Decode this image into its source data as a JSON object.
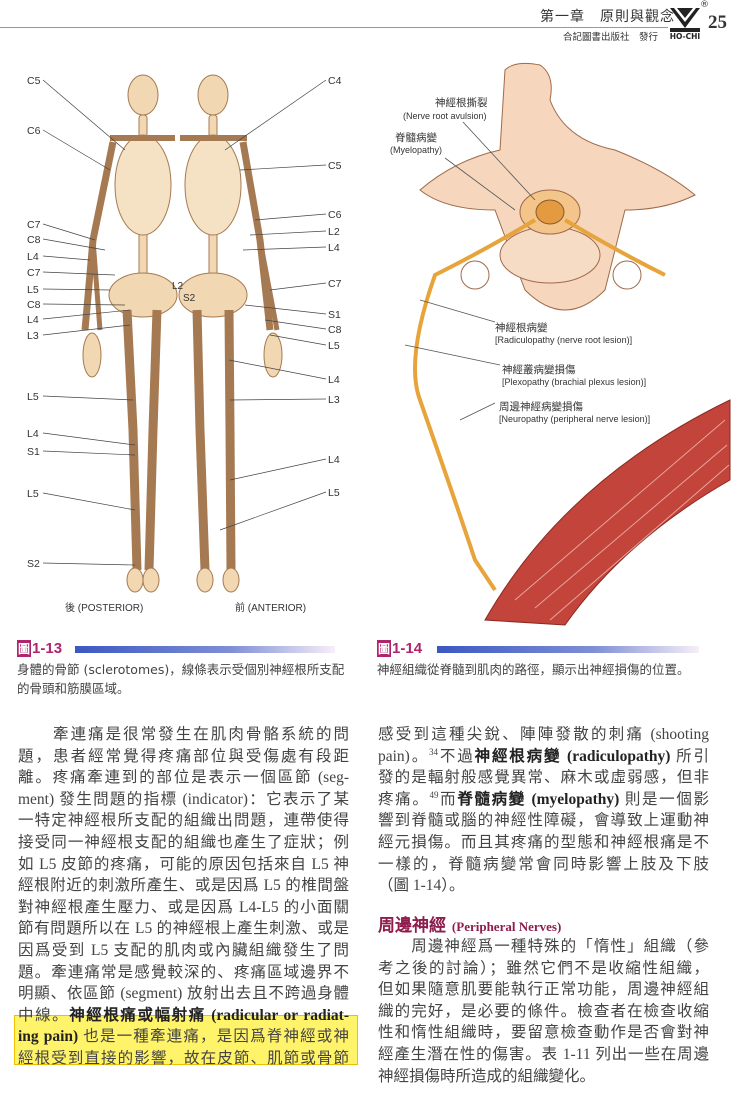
{
  "header": {
    "chapter": "第一章　原則與觀念",
    "publisher": "合記圖書出版社　發行",
    "page_number": "25",
    "logo_text": "HO-CHI",
    "reg_mark": "®"
  },
  "figure_1_13": {
    "label_prefix": "圖",
    "label_num": "1-13",
    "caption": [
      "身體的骨節 (sclerotomes)，線條表示受個別神經根所支配",
      "的骨頭和筋膜區域。"
    ],
    "left_labels": [
      "C5",
      "C6",
      "C7",
      "C8",
      "L4",
      "C7",
      "L5",
      "C8",
      "L4",
      "L3",
      "L5",
      "L4",
      "S1",
      "L5",
      "S2"
    ],
    "mid_labels": [
      "L2",
      "S2"
    ],
    "right_labels": [
      "C4",
      "C5",
      "C6",
      "L2",
      "L4",
      "C7",
      "S1",
      "C8",
      "L5",
      "L4",
      "L3",
      "L4",
      "L5"
    ],
    "posterior": "後 (POSTERIOR)",
    "anterior": "前 (ANTERIOR)"
  },
  "figure_1_14": {
    "label_prefix": "圖",
    "label_num": "1-14",
    "caption": [
      "神經組織從脊髓到肌肉的路徑，顯示出神經損傷的位置。"
    ],
    "labels": [
      {
        "zh": "神經根撕裂",
        "en": "(Nerve root avulsion)"
      },
      {
        "zh": "脊髓病變",
        "en": "(Myelopathy)"
      },
      {
        "zh": "神經根病變",
        "en": "[Radiculopathy (nerve root lesion)]"
      },
      {
        "zh": "神經叢病變損傷",
        "en": "[Plexopathy (brachial plexus lesion)]"
      },
      {
        "zh": "周邊神經病變損傷",
        "en": "[Neuropathy (peripheral nerve lesion)]"
      }
    ]
  },
  "body": {
    "left": [
      [
        {
          "t": "　　牽連痛是很常發生在肌肉骨骼系統的問"
        }
      ],
      [
        {
          "t": "題，患者經常覺得疼痛部位與受傷處有段距"
        }
      ],
      [
        {
          "t": "離。疼痛牽連到的部位是表示一個區節 (seg-"
        }
      ],
      [
        {
          "t": "ment) 發生問題的指標 (indicator)：它表示了某"
        }
      ],
      [
        {
          "t": "一特定神經根所支配的組織出問題，連帶使得"
        }
      ],
      [
        {
          "t": "接受同一神經根支配的組織也產生了症狀；例"
        }
      ],
      [
        {
          "t": "如 L5 皮節的疼痛，可能的原因包括來自 L5 神"
        }
      ],
      [
        {
          "t": "經根附近的刺激所產生、或是因爲 L5 的椎間盤"
        }
      ],
      [
        {
          "t": "對神經根產生壓力、或是因爲 L4-L5 的小面關"
        }
      ],
      [
        {
          "t": "節有問題所以在 L5 的神經根上產生刺激、或是"
        }
      ],
      [
        {
          "t": "因爲受到 L5 支配的肌肉或內臟組織發生了問"
        }
      ],
      [
        {
          "t": "題。牽連痛常是感覺較深的、疼痛區域邊界不"
        }
      ],
      [
        {
          "t": "明顯、依區節 (segment) 放射出去且不跨過身體"
        }
      ],
      [
        {
          "t": "中線。"
        },
        {
          "t": "神經根痛或幅射痛 (radicular or radiat-",
          "s": "b"
        }
      ],
      [
        {
          "t": "ing pain)",
          "s": "b"
        },
        {
          "t": " 也是一種牽連痛，是因爲脊神經或神"
        }
      ],
      [
        {
          "t": "經根受到直接的影響，故在皮節、肌節或骨節"
        }
      ]
    ],
    "right": [
      [
        {
          "t": "感受到這種尖銳、陣陣發散的刺痛 (shooting"
        }
      ],
      [
        {
          "t": "pain)。"
        },
        {
          "t": "34",
          "s": "sup"
        },
        {
          "t": "不過"
        },
        {
          "t": "神經根病變 (radiculopathy)",
          "s": "b"
        },
        {
          "t": " 所引"
        }
      ],
      [
        {
          "t": "發的是輻射般感覺異常、麻木或虛弱感，但非"
        }
      ],
      [
        {
          "t": "疼痛。"
        },
        {
          "t": "49",
          "s": "sup"
        },
        {
          "t": "而"
        },
        {
          "t": "脊髓病變 (myelopathy)",
          "s": "b"
        },
        {
          "t": " 則是一個影"
        }
      ],
      [
        {
          "t": "響到脊髓或腦的神經性障礙，會導致上運動神"
        }
      ],
      [
        {
          "t": "經元損傷。而且其疼痛的型態和神經根痛是不"
        }
      ],
      [
        {
          "t": "一樣的，脊髓病變常會同時影響上肢及下肢"
        }
      ],
      [
        {
          "t": "（圖 1-14）。"
        }
      ]
    ],
    "section_title_zh": "周邊神經",
    "section_title_en": "(Peripheral Nerves)",
    "right2": [
      [
        {
          "t": "　　周邊神經爲一種特殊的「惰性」組織（參"
        }
      ],
      [
        {
          "t": "考之後的討論）；雖然它們不是收縮性組織，"
        }
      ],
      [
        {
          "t": "但如果隨意肌要能執行正常功能，周邊神經組"
        }
      ],
      [
        {
          "t": "織的完好，是必要的條件。檢查者在檢查收縮"
        }
      ],
      [
        {
          "t": "性和惰性組織時，要留意檢查動作是否會對神"
        }
      ],
      [
        {
          "t": "經產生潛在性的傷害。表 1-11 列出一些在周邊"
        }
      ],
      [
        {
          "t": "神經損傷時所造成的組織變化。"
        }
      ]
    ]
  },
  "colors": {
    "accent": "#b0246e",
    "section": "#8e1c4c",
    "highlight": "#fff36a",
    "bone": "#f1d8b2",
    "muscle": "#c2443a"
  }
}
